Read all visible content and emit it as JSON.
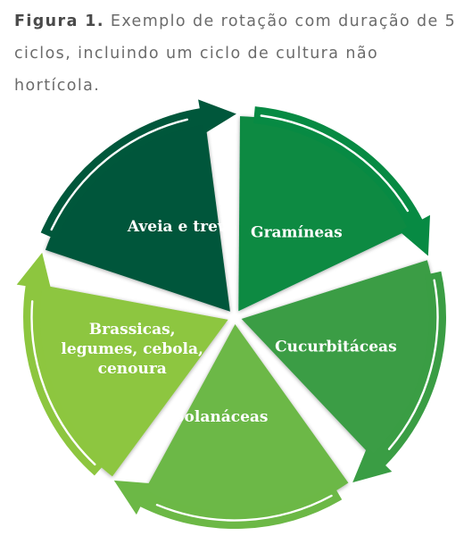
{
  "caption": {
    "label": "Figura 1.",
    "text": "Exemplo de rotação com duração de 5 ciclos, incluindo um ciclo de cultura não hortícola."
  },
  "diagram": {
    "type": "cycle",
    "direction": "clockwise",
    "segments": [
      {
        "label_lines": [
          "Gramíneas"
        ],
        "color": "#078a43"
      },
      {
        "label_lines": [
          "Cucurbitáceas"
        ],
        "color": "#3a9d44"
      },
      {
        "label_lines": [
          "Solanáceas"
        ],
        "color": "#6cb846"
      },
      {
        "label_lines": [
          "Brassicas,",
          "legumes, cebola,",
          "cenoura"
        ],
        "color": "#8dc63f"
      },
      {
        "label_lines": [
          "Aveia e trevo"
        ],
        "color": "#00573b"
      }
    ]
  }
}
